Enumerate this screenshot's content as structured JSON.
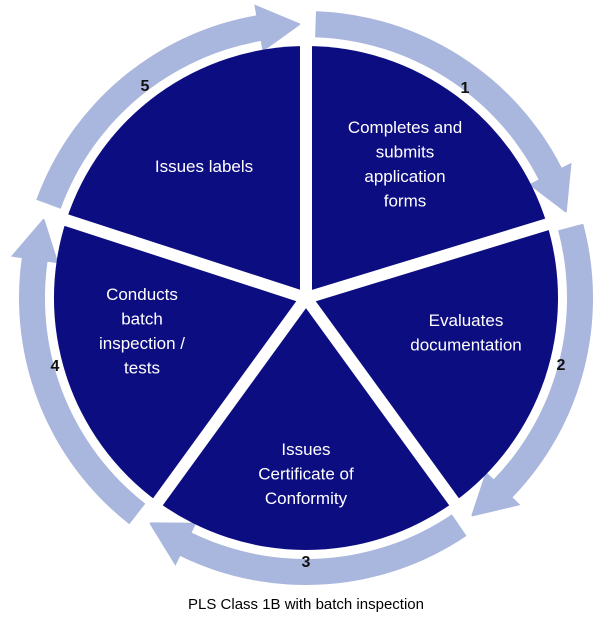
{
  "colors": {
    "segment_fill": "#0d0d82",
    "ring": "#a9b6dd",
    "separator": "#ffffff",
    "label_text": "#ffffff",
    "number_text": "#111111"
  },
  "icons": [
    "cycle-arrow-icon"
  ],
  "steps": [
    {
      "number": "1",
      "lines": [
        "Completes and",
        "submits",
        "application",
        "forms"
      ]
    },
    {
      "number": "2",
      "lines": [
        "Evaluates",
        "documentation"
      ]
    },
    {
      "number": "3",
      "lines": [
        "Issues",
        "Certificate of",
        "Conformity"
      ]
    },
    {
      "number": "4",
      "lines": [
        "Conducts",
        "batch",
        "inspection /",
        "tests"
      ]
    },
    {
      "number": "5",
      "lines": [
        "Issues labels"
      ]
    }
  ],
  "caption": "PLS Class 1B with batch inspection"
}
